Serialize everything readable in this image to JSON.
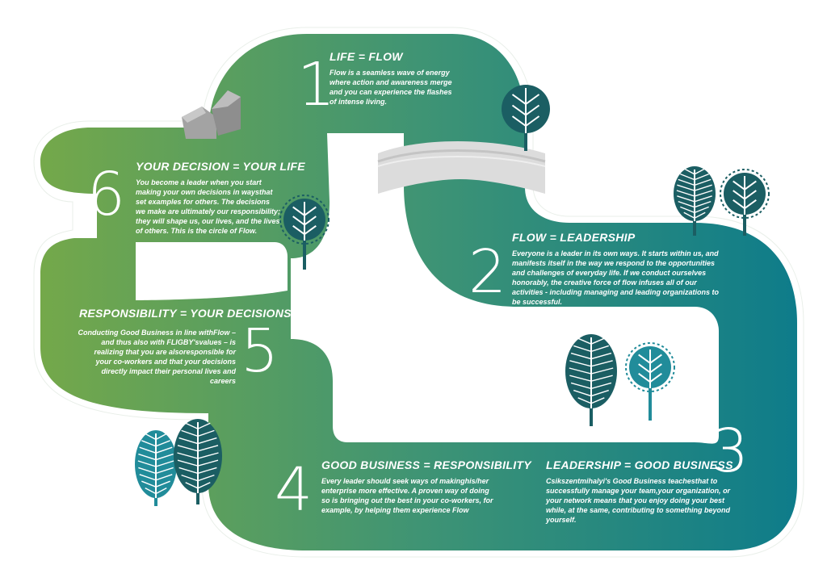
{
  "colors": {
    "road_left": "#74a84a",
    "road_mid": "#3f9474",
    "road_right": "#0e7c8a",
    "tree_dark": "#1b5e63",
    "tree_light": "#218c9a",
    "bridge": "#dcdcdc",
    "rock": "#a6a6a6"
  },
  "steps": [
    {
      "number": "1",
      "title": "LIFE = FLOW",
      "text": "Flow is a seamless wave of energy where action and awareness merge and you can experience the flashes of intense living."
    },
    {
      "number": "2",
      "title": "FLOW = LEADERSHIP",
      "text": "Everyone is a leader in its own ways. It starts within us, and manifests itself in the way we respond to the opportunities and challenges of everyday life. If we conduct ourselves honorably, the creative force of flow infuses all of our activities - including managing and leading organizations to be successful."
    },
    {
      "number": "3",
      "title": "LEADERSHIP = GOOD BUSINESS",
      "text": "Csikszentmihalyi's Good Business teachesthat to successfully manage your team,your organization, or your network means that you enjoy doing your best while, at the same, contributing to something beyond yourself."
    },
    {
      "number": "4",
      "title": "GOOD BUSINESS = RESPONSIBILITY",
      "text": "Every leader should seek ways of makinghis/her enterprise more effective. A proven way of doing so is bringing out the best in your co-workers, for example, by helping them experience Flow"
    },
    {
      "number": "5",
      "title": "RESPONSIBILITY = YOUR DECISIONS",
      "text": "Conducting Good Business in line withFlow – and thus also with FLIGBY'svalues – is realizing that you are alsoresponsible for your co-workers and that your decisions directly impact their personal lives and careers"
    },
    {
      "number": "6",
      "title": "YOUR DECISION = YOUR LIFE",
      "text": "You become a leader when you start making your own decisions in waysthat set examples for others. The decisions we make are ultimately our responsibility; they will shape us, our lives, and the lives of others. This is the circle of Flow."
    }
  ],
  "icons": {
    "bridge": "bridge-icon",
    "rocks": "rocks-icon",
    "tree": "tree-icon"
  }
}
